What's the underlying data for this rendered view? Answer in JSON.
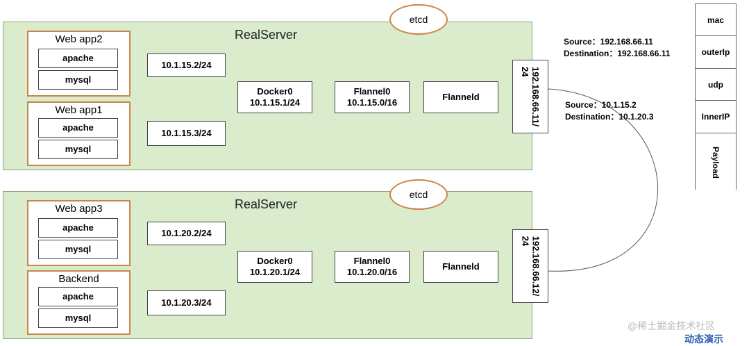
{
  "servers": [
    {
      "title": "RealServer",
      "apps": [
        {
          "name": "Web app2",
          "items": [
            "apache",
            "mysql"
          ]
        },
        {
          "name": "Web app1",
          "items": [
            "apache",
            "mysql"
          ]
        }
      ],
      "ips": [
        "10.1.15.2/24",
        "10.1.15.3/24"
      ],
      "docker": {
        "name": "Docker0",
        "ip": "10.1.15.1/24"
      },
      "flannel": {
        "name": "Flannel0",
        "ip": "10.1.15.0/16"
      },
      "flanneld": "Flanneld",
      "etcd": "etcd",
      "host_ip": "192.168.66.11/\n24"
    },
    {
      "title": "RealServer",
      "apps": [
        {
          "name": "Web app3",
          "items": [
            "apache",
            "mysql"
          ]
        },
        {
          "name": "Backend",
          "items": [
            "apache",
            "mysql"
          ]
        }
      ],
      "ips": [
        "10.1.20.2/24",
        "10.1.20.3/24"
      ],
      "docker": {
        "name": "Docker0",
        "ip": "10.1.20.1/24"
      },
      "flannel": {
        "name": "Flannel0",
        "ip": "10.1.20.0/16"
      },
      "flanneld": "Flanneld",
      "etcd": "etcd",
      "host_ip": "192.168.66.12/\n24"
    }
  ],
  "outer_info": {
    "source": "Source：192.168.66.11",
    "destination": "Destination：192.168.66.11"
  },
  "inner_info": {
    "source": "Source：10.1.15.2",
    "destination": "Destination：10.1.20.3"
  },
  "packet": [
    "mac",
    "outerIp",
    "udp",
    "InnerIP",
    "Payload"
  ],
  "watermark": "@稀土掘金技术社区",
  "corner_text": "动态演示",
  "colors": {
    "server_bg": "#dbeccd",
    "app_border": "#c8864c"
  }
}
